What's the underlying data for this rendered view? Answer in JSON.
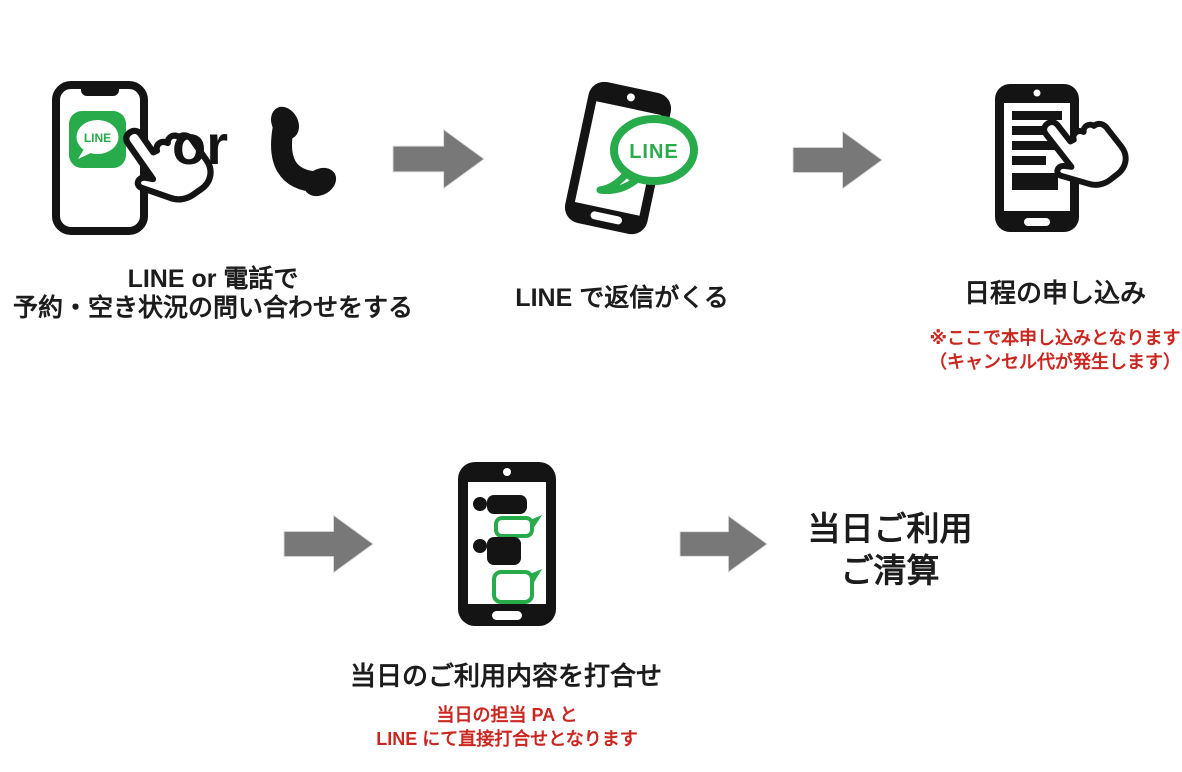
{
  "diagram_title": "LINE reservation flow",
  "colors": {
    "line_green": "#28ab4a",
    "note_red": "#cb2620",
    "arrow_gray": "#787878",
    "ink_black": "#141414"
  },
  "steps": [
    {
      "id": "inquiry",
      "or_label": "or",
      "line_app_label": "LINE",
      "caption_line1": "LINE or 電話で",
      "caption_line2": "予約・空き状況の問い合わせをする"
    },
    {
      "id": "reply",
      "bubble_label": "LINE",
      "caption": "LINE で返信がくる"
    },
    {
      "id": "apply",
      "caption": "日程の申し込み",
      "note_line1": "※ここで本申し込みとなります",
      "note_line2": "（キャンセル代が発生します）"
    },
    {
      "id": "meeting",
      "caption": "当日のご利用内容を打合せ",
      "note_line1": "当日の担当 PA と",
      "note_line2": "LINE にて直接打合せとなります"
    },
    {
      "id": "payment",
      "caption_line1": "当日ご利用",
      "caption_line2": "ご清算"
    }
  ]
}
